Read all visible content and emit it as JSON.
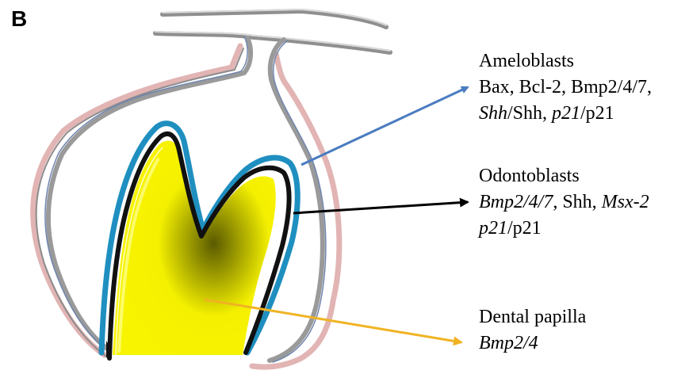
{
  "panel_label": "B",
  "colors": {
    "ameloblast_arrow": "#4a7cc0",
    "odontoblast_arrow": "#000000",
    "papilla_arrow": "#f0b322",
    "papilla_fill": "#f4f000",
    "papilla_shadow": "#5a5a00",
    "epithelium_outline": "#e2b4b4",
    "inner_enamel_epithelium": "#1f8fc0",
    "odontoblast_layer": "#111111",
    "dental_lamina": "#9a9a9a"
  },
  "labels": {
    "ameloblasts": {
      "title": "Ameloblasts",
      "line2": "Bax, Bcl-2, Bmp2/4/7,",
      "line3": [
        {
          "text": "Shh",
          "italic": true
        },
        {
          "text": "/Shh, ",
          "italic": false
        },
        {
          "text": "p21",
          "italic": true
        },
        {
          "text": "/p21",
          "italic": false
        }
      ]
    },
    "odontoblasts": {
      "title": "Odontoblasts",
      "line2": [
        {
          "text": "Bmp2/4/7",
          "italic": true
        },
        {
          "text": ", Shh, ",
          "italic": false
        },
        {
          "text": "Msx-2",
          "italic": true
        }
      ],
      "line3": [
        {
          "text": "p21",
          "italic": true
        },
        {
          "text": "/p21",
          "italic": false
        }
      ]
    },
    "dental_papilla": {
      "title": "Dental papilla",
      "line2": "Bmp2/4"
    }
  }
}
